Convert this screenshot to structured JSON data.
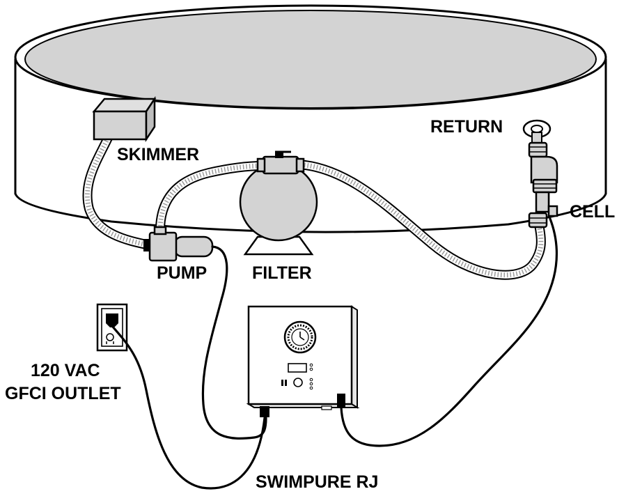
{
  "labels": {
    "return": "RETURN",
    "skimmer": "SKIMMER",
    "cell": "CELL",
    "pump": "PUMP",
    "filter": "FILTER",
    "outlet_line1": "120 VAC",
    "outlet_line2": "GFCI OUTLET",
    "controller": "SWIMPURE RJ"
  },
  "colors": {
    "water": "#d3d3d3",
    "equipment": "#d3d3d3",
    "line": "#000000",
    "hose_texture": "#9a9a9a"
  }
}
